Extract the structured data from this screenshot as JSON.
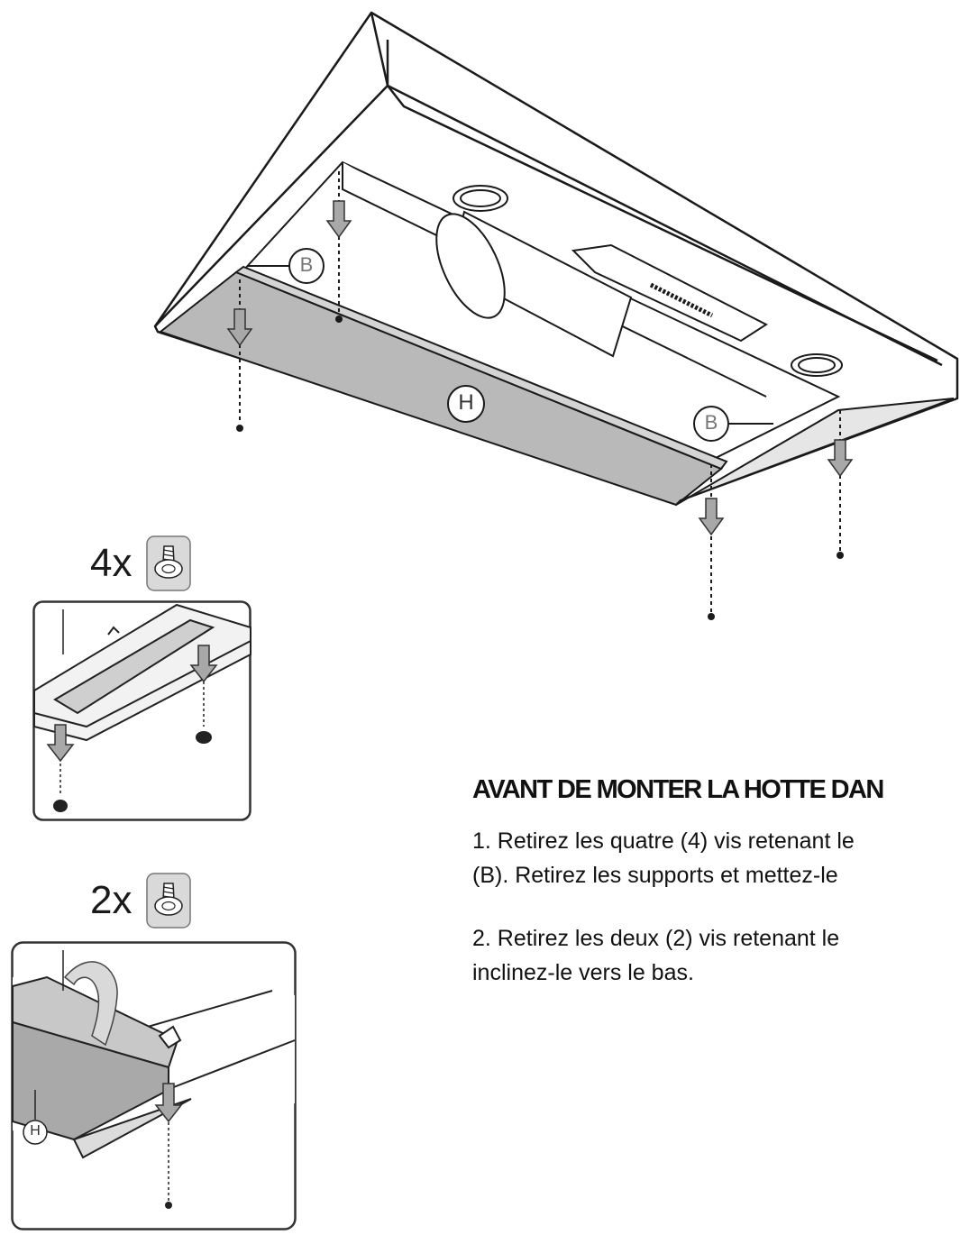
{
  "diagram": {
    "callouts": {
      "bracket_left": "B",
      "bracket_right": "B",
      "panel_main": "H",
      "panel_detail": "H"
    },
    "step1_quantity": "4x",
    "step2_quantity": "2x",
    "screw_icon": "screw-icon"
  },
  "instructions": {
    "heading": "AVANT DE MONTER LA HOTTE DAN",
    "step1_line1": "1. Retirez les quatre (4) vis retenant le",
    "step1_line2": "(B).  Retirez les supports et mettez-le",
    "step2_line1": "2. Retirez les deux (2) vis retenant le",
    "step2_line2": "inclinez-le vers le bas."
  },
  "colors": {
    "panel_fill": "#b9b9b9",
    "line": "#1a1a1a",
    "arrow_fill": "#a8a8a8"
  }
}
